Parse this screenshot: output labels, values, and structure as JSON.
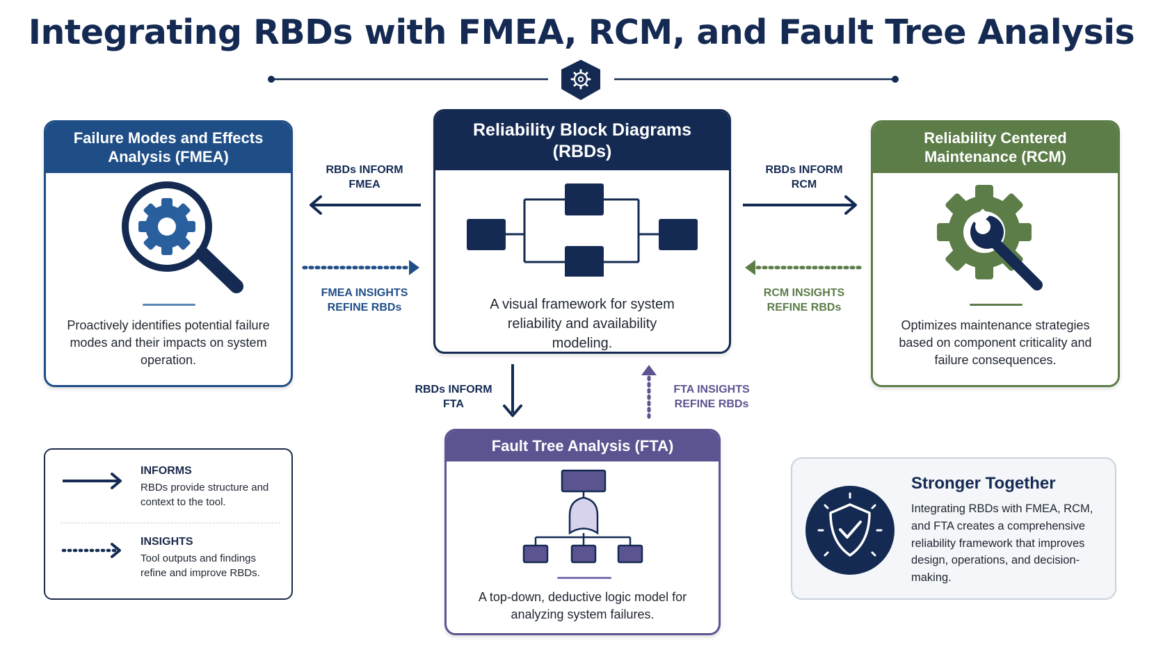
{
  "title": "Integrating RBDs with FMEA, RCM, and Fault Tree Analysis",
  "colors": {
    "navy": "#142a52",
    "fmea_blue": "#1f4e87",
    "rcm_green": "#5c7c48",
    "fta_purple": "#5b5491"
  },
  "header_icon": "gear-shield-icon",
  "cards": {
    "rbd": {
      "title": "Reliability Block Diagrams (RBDs)",
      "description": "A visual framework for system reliability and availability modeling.",
      "icon": "block-diagram-icon"
    },
    "fmea": {
      "title": "Failure Modes and Effects Analysis (FMEA)",
      "description": "Proactively identifies potential failure modes and their impacts on system operation.",
      "icon": "magnifier-gear-icon"
    },
    "rcm": {
      "title": "Reliability Centered Maintenance (RCM)",
      "description": "Optimizes maintenance strategies based on component criticality and failure consequences.",
      "icon": "gear-wrench-icon"
    },
    "fta": {
      "title": "Fault Tree Analysis (FTA)",
      "description": "A top-down, deductive logic model for analyzing system failures.",
      "icon": "fault-tree-icon"
    }
  },
  "connectors": {
    "rbd_to_fmea": "RBDs INFORM FMEA",
    "fmea_to_rbd": "FMEA INSIGHTS REFINE RBDs",
    "rbd_to_rcm": "RBDs INFORM RCM",
    "rcm_to_rbd": "RCM INSIGHTS REFINE RBDs",
    "rbd_to_fta": "RBDs INFORM FTA",
    "fta_to_rbd": "FTA INSIGHTS REFINE RBDs"
  },
  "legend": {
    "informs_title": "INFORMS",
    "informs_desc": "RBDs provide structure and context to the tool.",
    "insights_title": "INSIGHTS",
    "insights_desc": "Tool outputs and findings refine and improve RBDs."
  },
  "together": {
    "title": "Stronger Together",
    "description": "Integrating RBDs with FMEA, RCM, and FTA creates a comprehensive reliability framework that improves design, operations, and decision-making.",
    "icon": "shield-check-icon"
  }
}
